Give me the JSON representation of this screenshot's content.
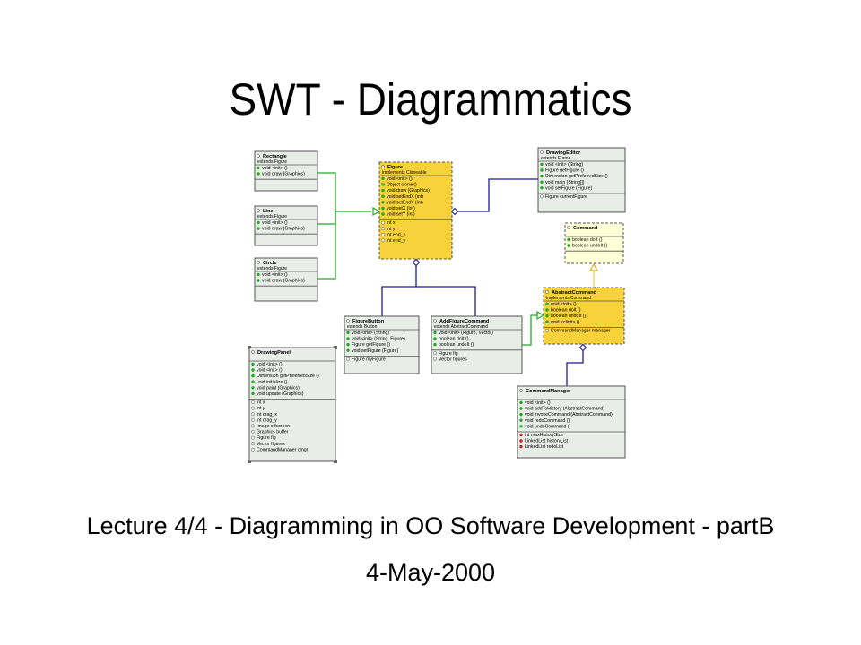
{
  "slide": {
    "title": "SWT - Diagrammatics",
    "subtitle": "Lecture 4/4 - Diagramming in OO Software Development - partB",
    "date": "4-May-2000"
  },
  "colors": {
    "class_fill": "#e8ede8",
    "abstract_fill": "#f7d23a",
    "interface_fill": "#ffffd8",
    "inherit_line": "#22aa22",
    "assoc_line": "#1a1a9c",
    "dot_green": "#22aa22",
    "dot_red": "#cc2222"
  },
  "classes": [
    {
      "id": "rectangle",
      "name": "Rectangle",
      "stereo": "extends Figure",
      "style": "class",
      "ops": [
        "void <init> ()",
        "void draw (Graphics)"
      ],
      "attrs": []
    },
    {
      "id": "line",
      "name": "Line",
      "stereo": "extends Figure",
      "style": "class",
      "ops": [
        "void <init> ()",
        "void draw (Graphics)"
      ],
      "attrs": []
    },
    {
      "id": "circle",
      "name": "Circle",
      "stereo": "extends Figure",
      "style": "class",
      "ops": [
        "void <init> ()",
        "void draw (Graphics)"
      ],
      "attrs": []
    },
    {
      "id": "figure",
      "name": "Figure",
      "stereo": "implements Cloneable",
      "style": "abstract",
      "ops": [
        "void <init> ()",
        "Object clone ()",
        "void draw (Graphics)",
        "void setEndX (int)",
        "void setEndY (int)",
        "void setX (int)",
        "void setY (int)"
      ],
      "attrs": [
        "int x",
        "int y",
        "int end_x",
        "int end_y"
      ]
    },
    {
      "id": "drawingeditor",
      "name": "DrawingEditor",
      "stereo": "extends Frame",
      "style": "class",
      "ops": [
        "void <init> (String)",
        "Figure getFigure ()",
        "Dimension getPreferredSize ()",
        "void main (String[])",
        "void setFigure (Figure)"
      ],
      "attrs": [
        "Figure currentFigure"
      ]
    },
    {
      "id": "command",
      "name": "Command",
      "stereo": "",
      "style": "interface",
      "ops": [
        "boolean doIt ()",
        "boolean undoIt ()"
      ],
      "attrs": []
    },
    {
      "id": "abstractcommand",
      "name": "AbstractCommand",
      "stereo": "implements Command",
      "style": "abstract",
      "ops": [
        "void <init> ()",
        "boolean doIt ()",
        "boolean undoIt ()",
        "void <clinit> ()"
      ],
      "attrs": [
        "CommandManager manager"
      ]
    },
    {
      "id": "figurebutton",
      "name": "FigureButton",
      "stereo": "extends Button",
      "style": "class",
      "ops": [
        "void <init> (String)",
        "void <init> (String, Figure)",
        "Figure getFigure ()",
        "void setFigure (Figure)"
      ],
      "attrs": [
        "Figure myFigure"
      ]
    },
    {
      "id": "addfigurecommand",
      "name": "AddFigureCommand",
      "stereo": "extends AbstractCommand",
      "style": "class",
      "ops": [
        "void <init> (Figure, Vector)",
        "boolean doIt ()",
        "boolean undoIt ()"
      ],
      "attrs": [
        "Figure fig",
        "Vector figures"
      ]
    },
    {
      "id": "drawingpanel",
      "name": "DrawingPanel",
      "stereo": "",
      "style": "class",
      "ops": [
        "void <init> ()",
        "void <init> ()",
        "Dimension getPreferredSize ()",
        "void initialize ()",
        "void paint (Graphics)",
        "void update (Graphics)"
      ],
      "attrs": [
        "int x",
        "int y",
        "int drag_x",
        "int drag_y",
        "Image offscreen",
        "Graphics buffer",
        "Figure fig",
        "Vector figures",
        "CommandManager cmgr"
      ]
    },
    {
      "id": "commandmanager",
      "name": "CommandManager",
      "stereo": "",
      "style": "class",
      "ops": [
        "void <init> ()",
        "void addToHistory (AbstractCommand)",
        "void invokeCommand (AbstractCommand)",
        "void redoCommand ()",
        "void undoCommand ()"
      ],
      "attrs": [
        "int maxHistorySize",
        "LinkedList historyList",
        "LinkedList redoList"
      ]
    }
  ]
}
